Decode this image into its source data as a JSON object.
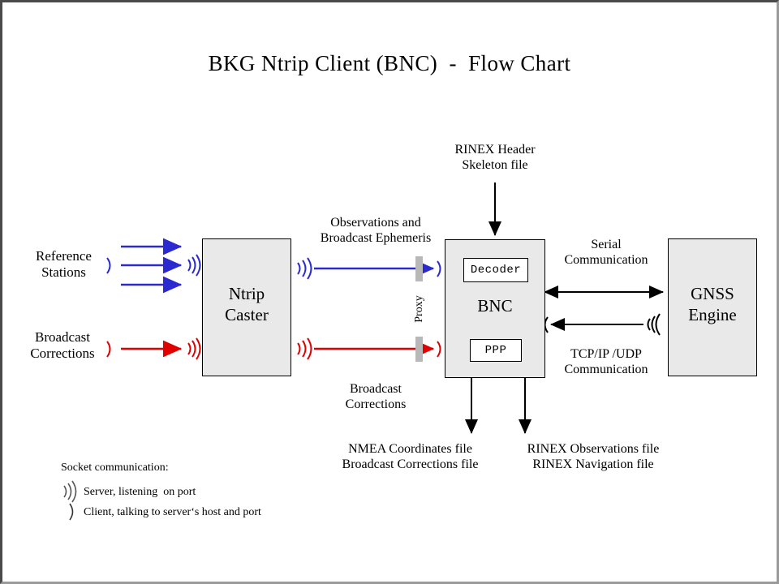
{
  "title": "BKG Ntrip Client (BNC)  -  Flow Chart",
  "colors": {
    "blue": "#2a2ad0",
    "red": "#e00000",
    "black": "#000000",
    "box_fill": "#e9e9e9",
    "proxy_gray": "#b8b8b8",
    "frame_dark": "#4a4a4a",
    "frame_light": "#9a9a9a"
  },
  "nodes": {
    "ntrip_caster": {
      "label": "Ntrip\nCaster"
    },
    "bnc": {
      "label": "BNC",
      "decoder": "Decoder",
      "ppp": "PPP"
    },
    "gnss_engine": {
      "label": "GNSS\nEngine"
    }
  },
  "sources": {
    "reference_stations": "Reference\nStations",
    "broadcast_corrections": "Broadcast\nCorrections"
  },
  "edges": {
    "observations_ephemeris": "Observations and\nBroadcast Ephemeris",
    "broadcast_corrections": "Broadcast\nCorrections",
    "rinex_header_skeleton": "RINEX Header\nSkeleton file",
    "serial_communication": "Serial\nCommunication",
    "tcpip_udp_communication": "TCP/IP /UDP\nCommunication",
    "proxy": "Proxy"
  },
  "outputs": {
    "left": "NMEA Coordinates file\nBroadcast Corrections file",
    "right": "RINEX Observations file\nRINEX Navigation file"
  },
  "legend": {
    "title": "Socket communication:",
    "server": "Server, listening  on port",
    "client": "Client, talking to server‘s host and port",
    "server_icon": "broadcast-signal-icon",
    "client_icon": "client-paren-icon"
  }
}
